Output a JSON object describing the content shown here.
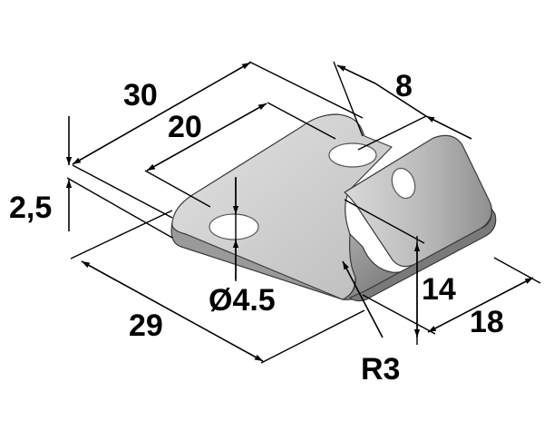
{
  "dimensions": {
    "overall_length": "30",
    "hole_spacing": "20",
    "flange_offset": "8",
    "thickness": "2,5",
    "hole_diameter": "Ø4.5",
    "base_width": "29",
    "flange_height": "14",
    "flange_depth": "18",
    "bend_radius": "R3"
  },
  "colors": {
    "part_top": "#cfcfcf",
    "part_side": "#a9a9a9",
    "part_dark": "#7d7d7d",
    "line": "#000000"
  }
}
